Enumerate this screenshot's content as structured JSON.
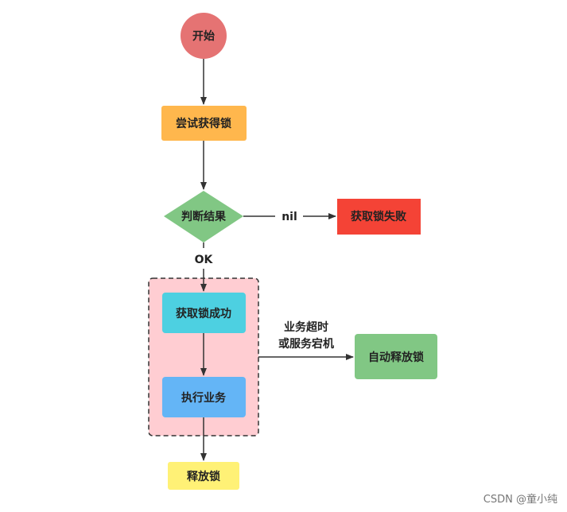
{
  "nodes": {
    "start": "开始",
    "try_lock": "尝试获得锁",
    "decision": "判断结果",
    "fail": "获取锁失败",
    "success": "获取锁成功",
    "execute": "执行业务",
    "auto_release": "自动释放锁",
    "release": "释放锁"
  },
  "edges": {
    "nil": "nil",
    "ok": "OK",
    "timeout_line1": "业务超时",
    "timeout_line2": "或服务宕机"
  },
  "colors": {
    "start": "#E57373",
    "try_lock": "#FFB74D",
    "decision": "#81C784",
    "fail": "#F44336",
    "success": "#4DD0E1",
    "execute": "#64B5F6",
    "auto_release": "#81C784",
    "release": "#FFF176",
    "group_fill": "#FFCDD2",
    "arrow": "#333333"
  },
  "watermark": "CSDN @童小纯"
}
